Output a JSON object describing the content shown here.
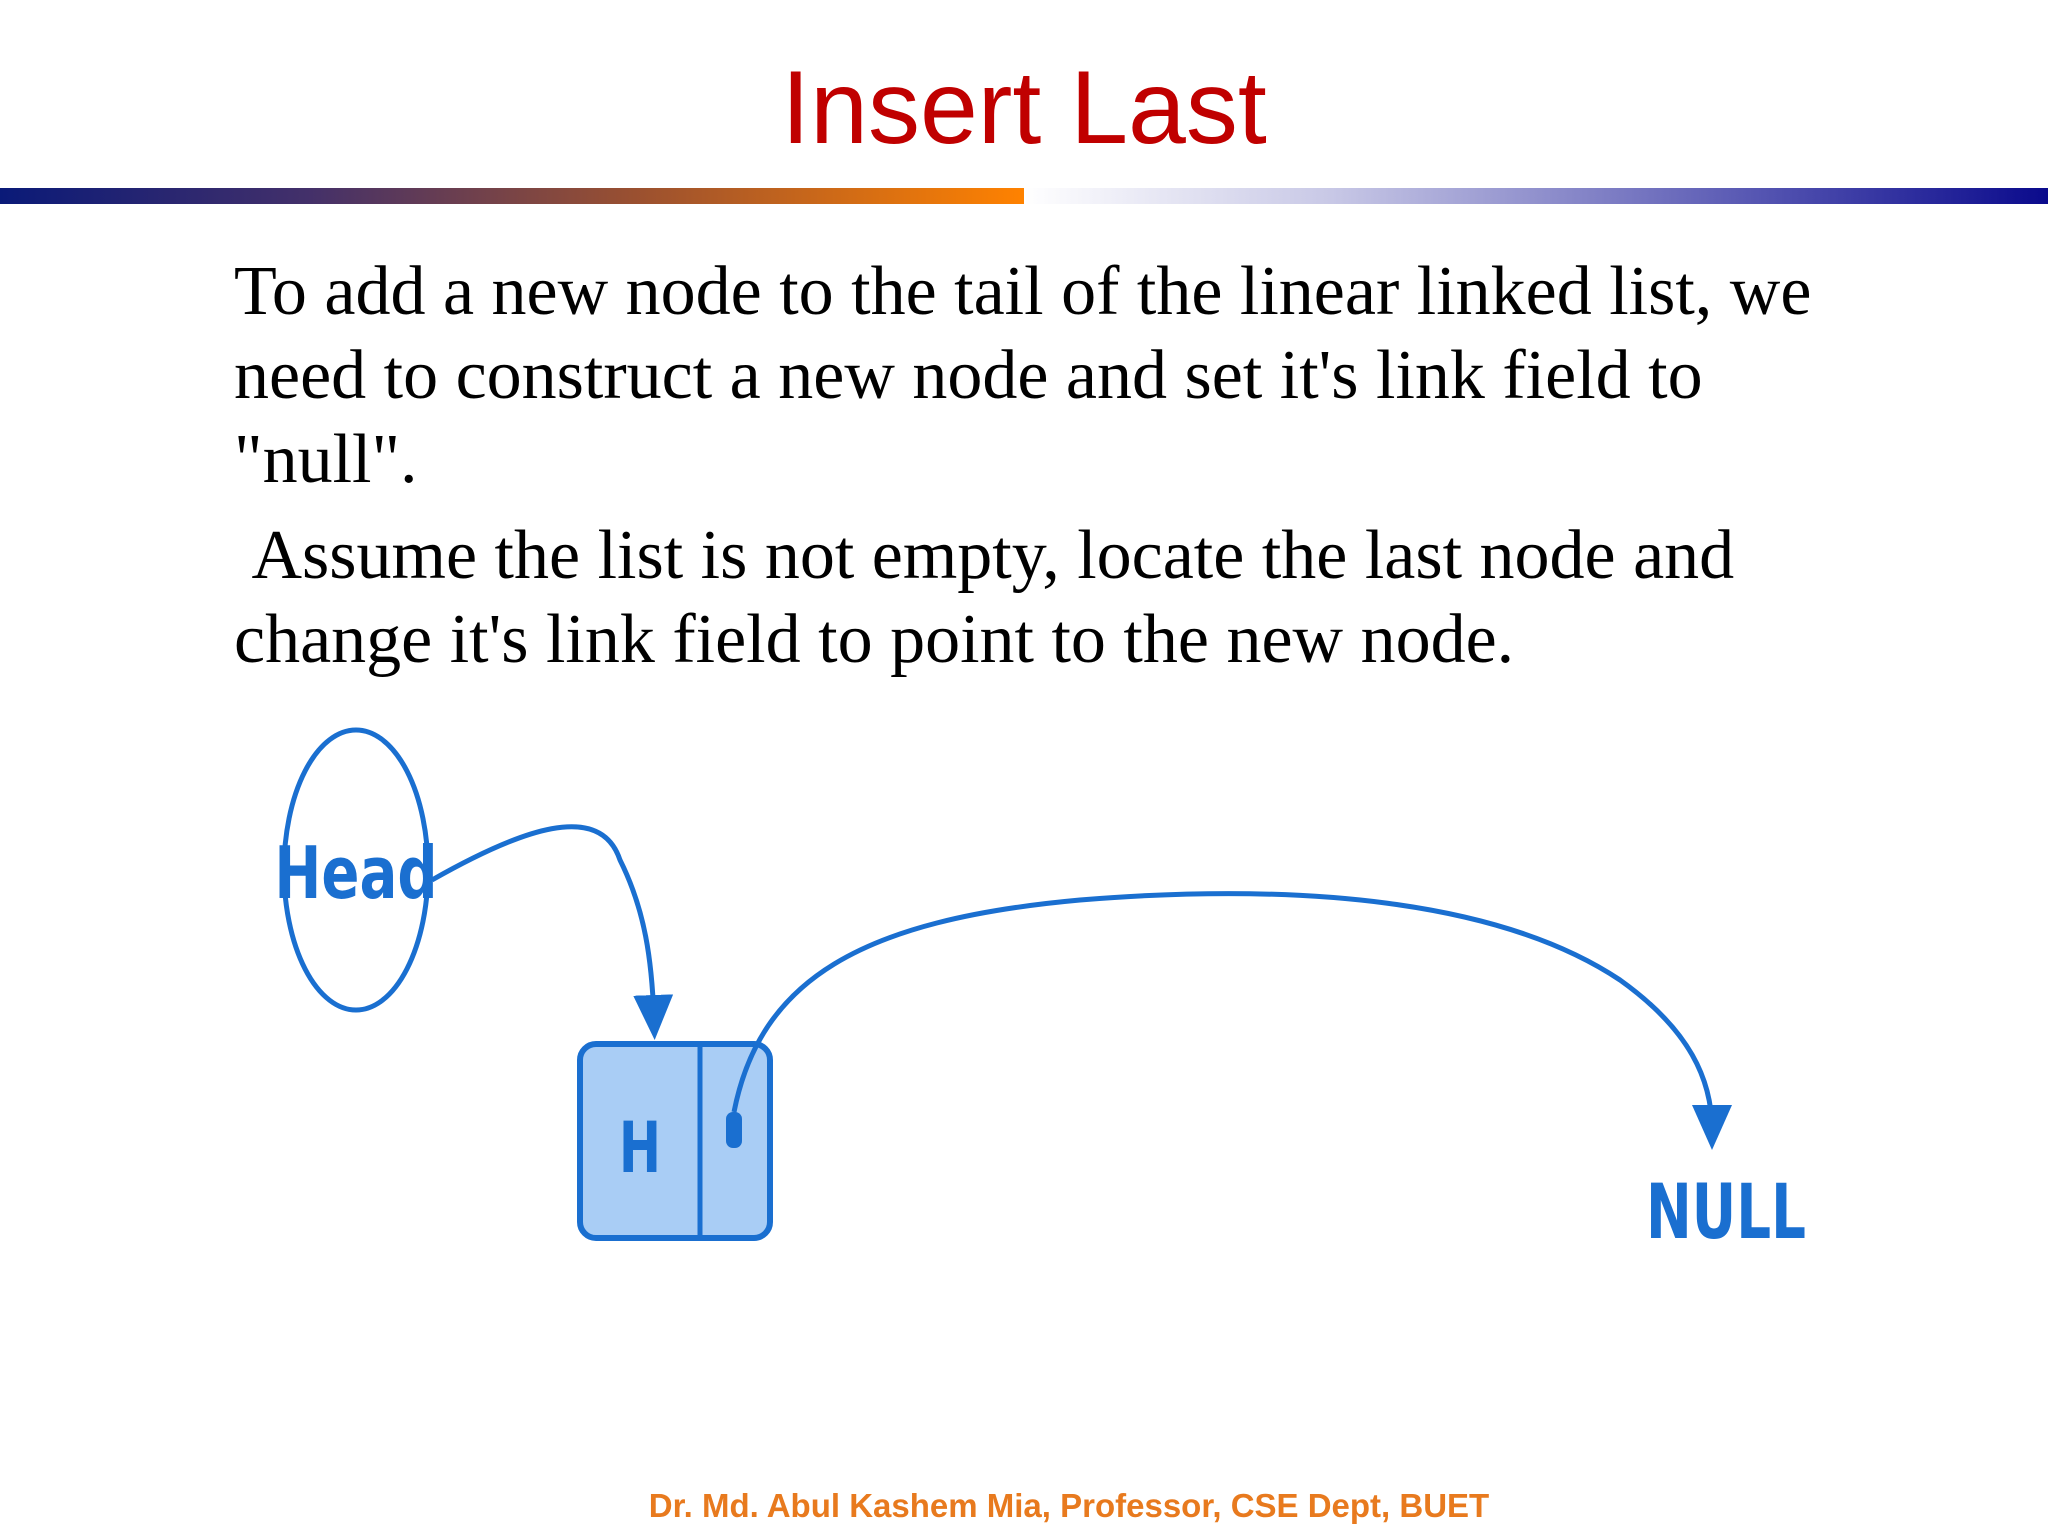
{
  "slide": {
    "title": "Insert Last",
    "paragraphs": [
      "To add a new node to the tail of the linear linked list, we\nneed to construct a new node and set it's link field to\n\"null\".",
      " Assume the list is not empty, locate the last node and\nchange it's link field to point to the new node."
    ],
    "diagram": {
      "head_label": "Head",
      "node_label": "H",
      "null_label": "NULL"
    },
    "footer": "Dr. Md. Abul Kashem Mia, Professor, CSE Dept, BUET"
  },
  "colors": {
    "title": "#c00000",
    "diagram_stroke": "#1a6fd0",
    "node_fill": "#a9cdf5",
    "footer": "#e87a1e"
  }
}
